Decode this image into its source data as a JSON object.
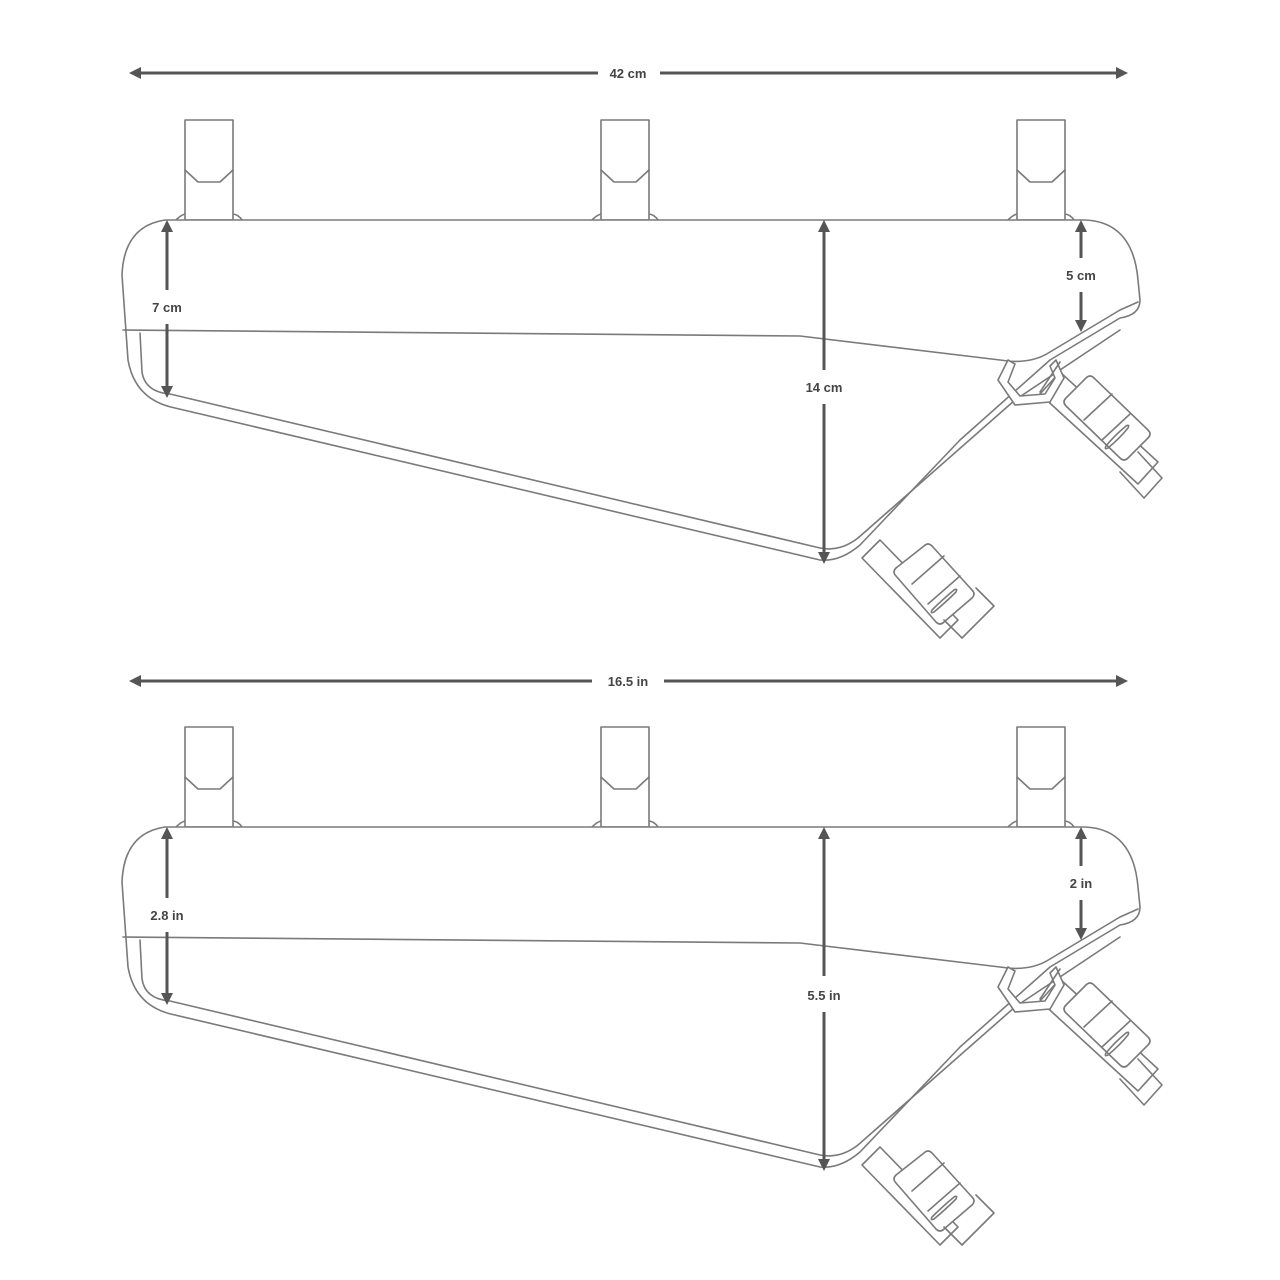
{
  "diagram": {
    "subject": "Bike frame bag dimensions",
    "colors": {
      "outline": "#7a7a7a",
      "dimension_line": "#555555",
      "label_text": "#444444",
      "background": "#ffffff"
    },
    "views": [
      {
        "unit": "cm",
        "overall_length": "42 cm",
        "rear_height": "7 cm",
        "max_height": "14 cm",
        "front_height": "5 cm"
      },
      {
        "unit": "in",
        "overall_length": "16.5 in",
        "rear_height": "2.8 in",
        "max_height": "5.5 in",
        "front_height": "2 in"
      }
    ]
  }
}
